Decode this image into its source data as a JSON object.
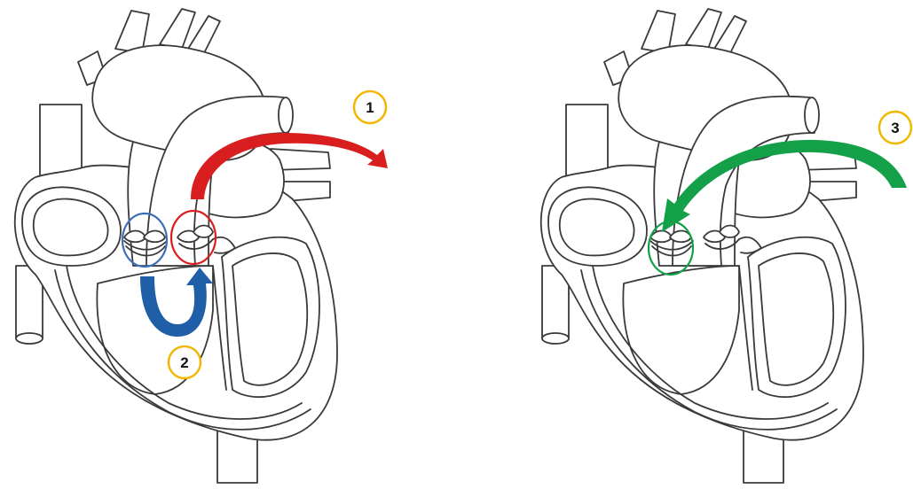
{
  "diagram": {
    "colors": {
      "outline": "#3a3a3a",
      "badge": "#f2b705",
      "red": "#d81e1e",
      "blue": "#1f5fa8",
      "blue_ring": "#3d6fb8",
      "green": "#14a048"
    },
    "panels": [
      {
        "markers": [
          "circle-blue-valve",
          "circle-red-valve"
        ],
        "arrows": [
          "red-arrow",
          "blue-arrow"
        ],
        "badges": [
          {
            "label": "1",
            "color": "#f2b705"
          },
          {
            "label": "2",
            "color": "#f2b705"
          }
        ]
      },
      {
        "markers": [
          "circle-green-valve"
        ],
        "arrows": [
          "green-arrow"
        ],
        "badges": [
          {
            "label": "3",
            "color": "#f2b705"
          }
        ]
      }
    ]
  }
}
